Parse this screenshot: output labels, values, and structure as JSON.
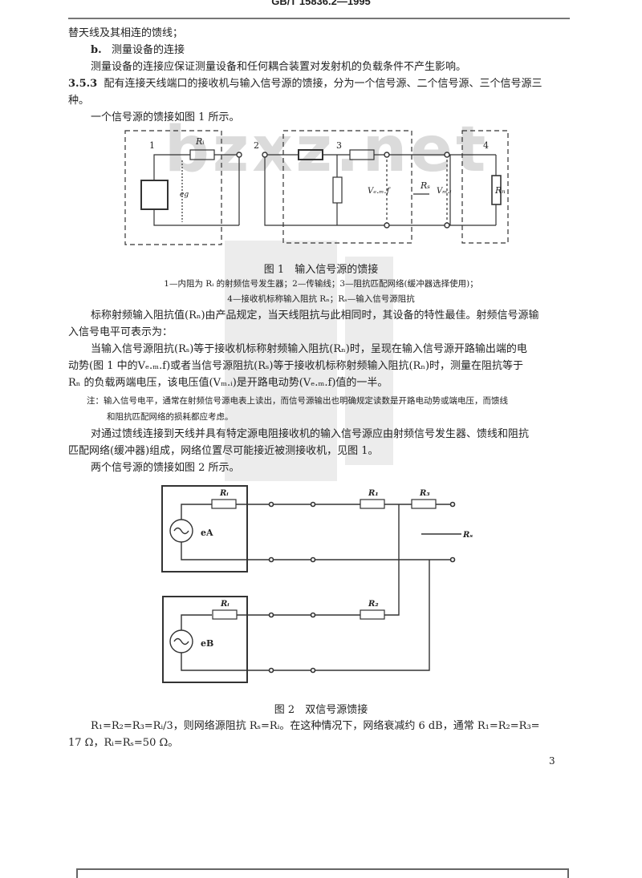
{
  "header": {
    "standard_number": "GB/T 15836.2—1995"
  },
  "body": {
    "line1": "替天线及其相连的馈线；",
    "item_b_label": "b.",
    "item_b_text": "测量设备的连接",
    "line3": "测量设备的连接应保证测量设备和任何耦合装置对发射机的负载条件不产生影响。",
    "section_number": "3.5.3",
    "section_text": "配有连接天线端口的接收机与输入信号源的馈接，分为一个信号源、二个信号源、三个信号源三",
    "section_text_cont": "种。",
    "fig1_intro": "一个信号源的馈接如图 1 所示。",
    "para1_a": "标称射频输入阻抗值(Rₙ)由产品规定，当天线阻抗与此相同时，其设备的特性最佳。射频信号源输",
    "para1_b": "入信号电平可表示为：",
    "para2_a": "当输入信号源阻抗(Rₛ)等于接收机标称射频输入阻抗(Rₙ)时，呈现在输入信号源开路输出端的电",
    "para2_b": "动势(图 1 中的Vₑ.ₘ.f)或者当信号源阻抗(Rₛ)等于接收机标称射频输入阻抗(Rₙ)时，测量在阻抗等于",
    "para2_c": "Rₙ 的负载两端电压，该电压值(Vₘ.ᵢ)是开路电动势(Vₑ.ₘ.f)值的一半。",
    "note_a": "注：输入信号电平，通常在射频信号源电表上读出，而信号源输出也明确规定读数是开路电动势或端电压，而馈线",
    "note_b": "和阻抗匹配网络的损耗都应考虑。",
    "para3_a": "对通过馈线连接到天线并具有特定源电阻接收机的输入信号源应由射频信号发生器、馈线和阻抗",
    "para3_b": "匹配网络(缓冲器)组成，网络位置尽可能接近被测接收机，见图 1。",
    "fig2_intro": "两个信号源的馈接如图 2 所示。",
    "para4_a": "R₁=R₂=R₃=Rᵢ/3，则网络源阻抗 Rₛ=Rᵢ。在这种情况下，网络衰减约 6 dB，通常 R₁=R₂=R₃=",
    "para4_b": "17 Ω，Rᵢ=Rₛ=50 Ω。"
  },
  "figure1": {
    "caption": "图 1　输入信号源的馈接",
    "legend_a": "1—内阻为 Rᵢ 的射频信号发生器；2—传输线；3—阻抗匹配网络(缓冲器选择使用)；",
    "legend_b": "4—接收机标称输入阻抗 Rₙ；Rₛ—输入信号源阻抗",
    "labels": {
      "block1": "1",
      "block2": "2",
      "block3": "3",
      "block4": "4",
      "ri": "Rᵢ",
      "eg": "eg",
      "vemf": "Vₑ.ₘ.f",
      "rs": "Rₛ",
      "vmi": "Vₘ.ᵢ",
      "rn": "Rₙ"
    }
  },
  "figure2": {
    "caption": "图 2　双信号源馈接",
    "labels": {
      "ri_a": "Rᵢ",
      "ri_b": "Rᵢ",
      "r1": "R₁",
      "r2": "R₂",
      "r3": "R₃",
      "rs": "Rₛ",
      "ea": "eA",
      "eb": "eB"
    }
  },
  "watermark": "bzxz.net",
  "page_number": "3"
}
